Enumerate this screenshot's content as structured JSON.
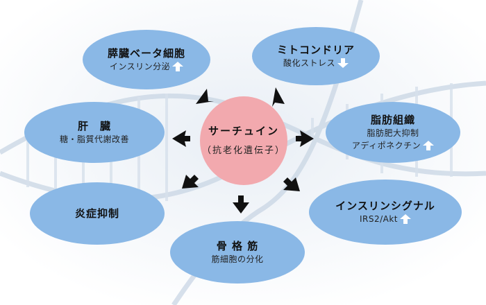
{
  "center": {
    "title": "サーチュイン",
    "subtitle": "（抗老化遺伝子）"
  },
  "nodes": {
    "pancreas": {
      "title": "膵臓ベータ細胞",
      "sub": "インスリン分泌",
      "trend_icon": "up-arrow-icon"
    },
    "mitochondria": {
      "title": "ミトコンドリア",
      "sub": "酸化ストレス",
      "trend_icon": "down-arrow-icon"
    },
    "liver": {
      "title": "肝　臓",
      "sub": "糖・脂質代謝改善"
    },
    "adipose": {
      "title": "脂肪組織",
      "sub_line1": "脂肪肥大抑制",
      "sub_line2": "アディポネクチン",
      "trend_icon": "up-arrow-icon"
    },
    "inflammation": {
      "title": "炎症抑制"
    },
    "insulin_signal": {
      "title": "インスリンシグナル",
      "sub": "IRS2/Akt",
      "trend_icon": "up-arrow-icon"
    },
    "bone": {
      "title": "骨 格 筋",
      "sub": "筋細胞の分化"
    }
  },
  "colors": {
    "node_fill": "#8ab8e6",
    "center_fill": "#f2a9ae",
    "arrow": "#111111",
    "trend_arrow": "#ffffff"
  }
}
